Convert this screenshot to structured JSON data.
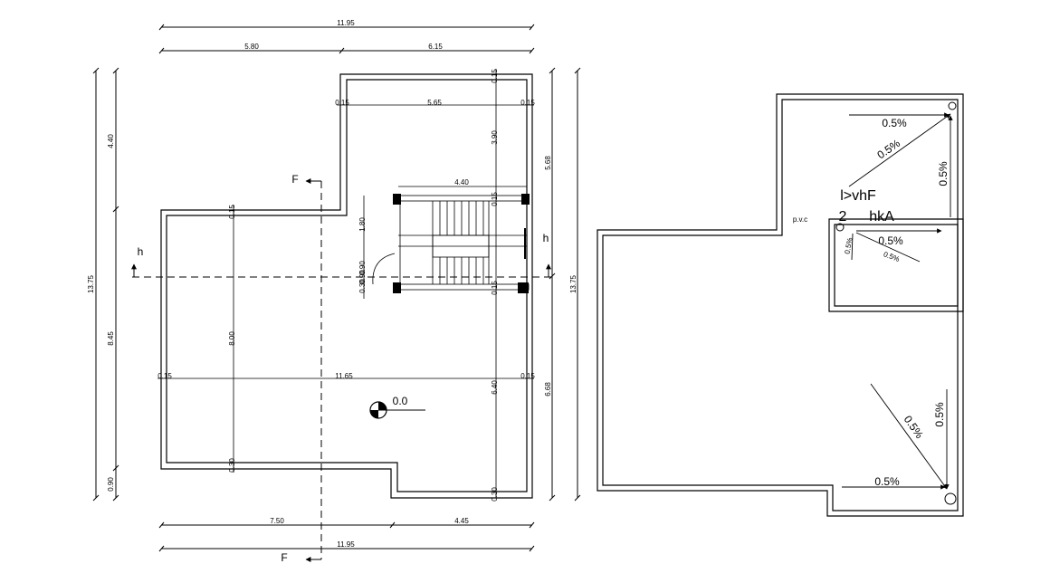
{
  "left_plan": {
    "top_dims": {
      "overall": "11.95",
      "left": "5.80",
      "right": "6.15"
    },
    "bottom_dims": {
      "left": "7.50",
      "right": "4.45",
      "overall": "11.95"
    },
    "left_dims": {
      "overall": "13.75",
      "upper": "4.40",
      "lower": "8.45",
      "bottom": "0.90"
    },
    "right_dims": {
      "overall": "13.75",
      "upper": "5.68",
      "lower": "6.68"
    },
    "inner_dims": {
      "wall_t1": "0.15",
      "wall_t2": "0.15",
      "wall_t3": "0.15",
      "wall_t4": "0.15",
      "wall_t5": "0.15",
      "wall_t6": "0.15",
      "wall_t7": "0.15",
      "wall_t8": "0.15",
      "upper_width": "5.65",
      "upper_height": "3.90",
      "stair_width": "4.40",
      "stair_flight": "1.80",
      "stair_land_a": "0.90",
      "stair_land_b": "0.30",
      "stair_land_c": "0.90",
      "main_width": "11.65",
      "main_height": "8.00",
      "right_height": "6.40",
      "bottom_wall_a": "0.30",
      "bottom_wall_b": "0.30"
    },
    "section_mark_top": "F",
    "section_mark_bottom": "F",
    "section_h_left": "h",
    "section_h_right": "h",
    "level_label": "0.0"
  },
  "right_plan": {
    "slopes": {
      "top_horizontal": "0.5%",
      "top_diagonal": "0.5%",
      "top_vertical": "0.5%",
      "inner_horizontal": "0.5%",
      "inner_diagonal": "0.5%",
      "inner_vertical": "0.5%",
      "bottom_diagonal": "0.5%",
      "bottom_vertical": "0.5%",
      "bottom_horizontal": "0.5%"
    },
    "pvc_label": "p.v.c",
    "note_line1": "l>vhF",
    "note_num": "2",
    "note_line2": "hkA"
  },
  "colors": {
    "ink": "#000000",
    "background": "#ffffff"
  }
}
